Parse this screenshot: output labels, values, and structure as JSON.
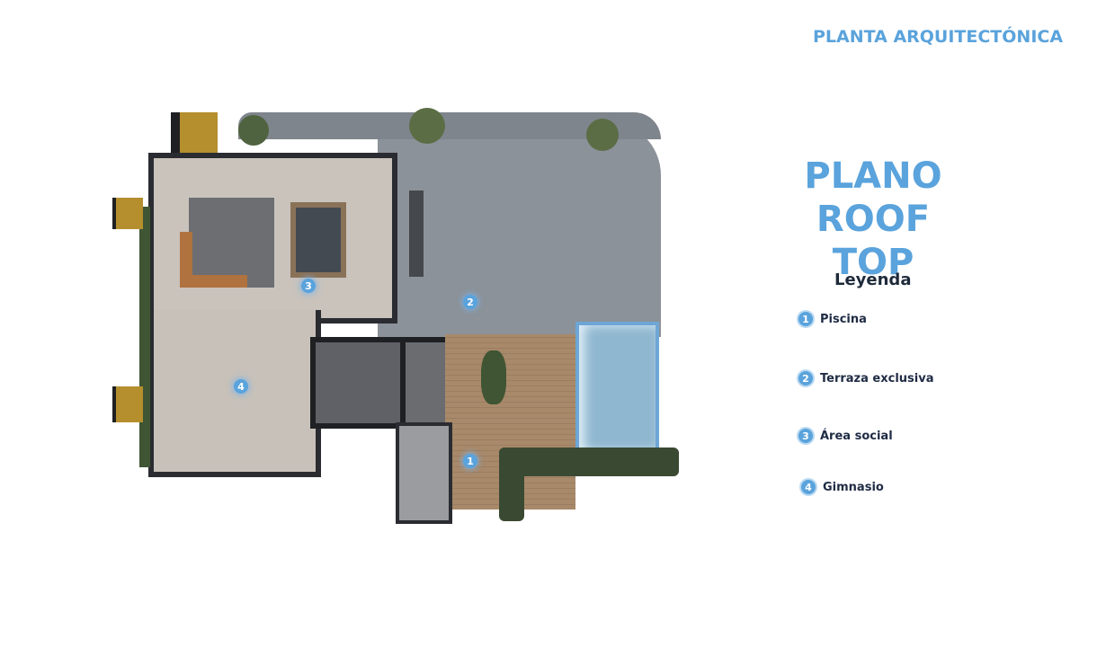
{
  "header": {
    "title": "PLANTA ARQUITECTÓNICA"
  },
  "plan": {
    "title_line1": "PLANO",
    "title_line2": "ROOF TOP"
  },
  "legend": {
    "title": "Leyenda",
    "items": [
      {
        "number": "1",
        "label": "Piscina"
      },
      {
        "number": "2",
        "label": "Terraza exclusiva"
      },
      {
        "number": "3",
        "label": "Área social"
      },
      {
        "number": "4",
        "label": "Gimnasio"
      }
    ]
  },
  "map_markers": [
    {
      "number": "1",
      "area": "Piscina"
    },
    {
      "number": "2",
      "area": "Terraza exclusiva"
    },
    {
      "number": "3",
      "area": "Área social"
    },
    {
      "number": "4",
      "area": "Gimnasio"
    }
  ],
  "colors": {
    "accent": "#5aa3dc",
    "legend_text": "#1f2b44",
    "terrace_floor": "#8c9299",
    "interior_floor": "#c9c3bc",
    "wood_deck": "#a8896a",
    "pool_water": "#8fb7cf",
    "walls": "#2a2c31",
    "planters": "#3a4a32"
  }
}
